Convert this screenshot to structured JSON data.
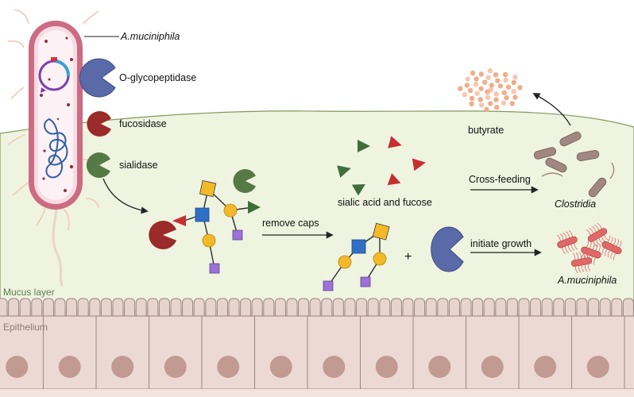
{
  "labels": {
    "bacterium": "A.muciniphila",
    "enzyme1": "O-glycopeptidase",
    "enzyme2": "fucosidase",
    "enzyme3": "sialidase",
    "mucus_layer": "Mucus layer",
    "epithelium": "Epithelium",
    "remove_caps": "remove caps",
    "sialic_fucose": "sialic acid and fucose",
    "plus": "+",
    "initiate_growth": "initiate growth",
    "akk_result": "A.muciniphila",
    "cross_feeding": "Cross-feeding",
    "clostridia": "Clostridia",
    "butyrate": "butyrate"
  },
  "colors": {
    "mucus": "#eef4df",
    "epithelium_cell": "#e8d4cf",
    "nucleus": "#c19a92",
    "cell_wall": "#cc6b82",
    "o_glycopeptidase": "#5a6aa8",
    "fucosidase": "#9b2a2a",
    "sialidase": "#557a45",
    "galnac_square": "#2f6fc4",
    "galactose_circle": "#f3b928",
    "sialic_triangle": "#3f6e3a",
    "fucose_triangle": "#c62f32",
    "gal_square": "#9a72d8",
    "butyrate_dot": "#f0ad8a",
    "clostridia_rod": "#a08782",
    "akk_cell": "#e06868"
  }
}
